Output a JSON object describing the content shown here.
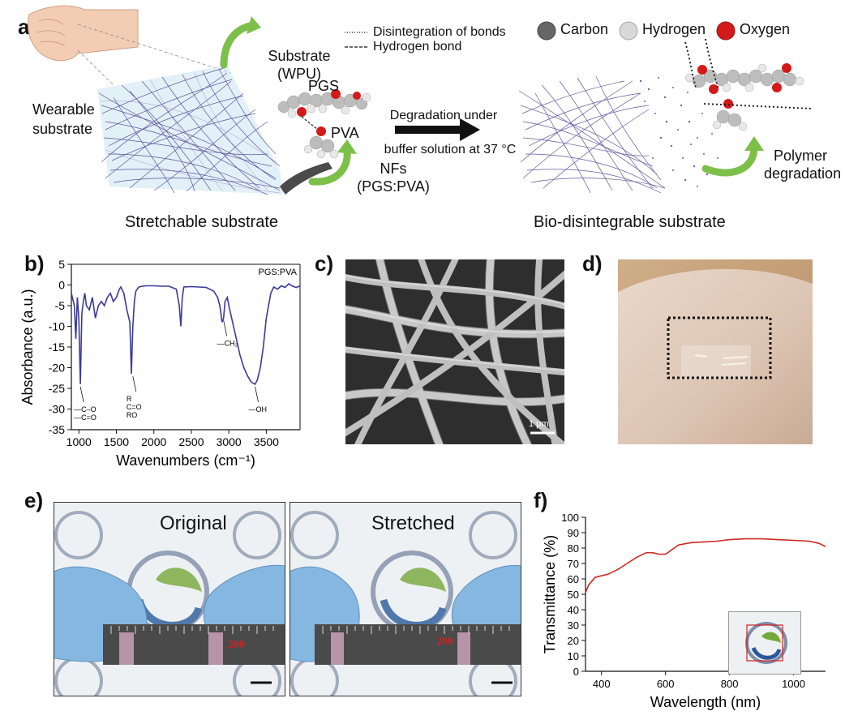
{
  "panels": {
    "a": "a)",
    "b": "b)",
    "c": "c)",
    "d": "d)",
    "e": "e)",
    "f": "f)"
  },
  "schematic": {
    "legend_lines": {
      "dotted": "Disintegration of bonds",
      "dashed": "Hydrogen bond"
    },
    "atoms": {
      "carbon": "Carbon",
      "hydrogen": "Hydrogen",
      "oxygen": "Oxygen"
    },
    "atom_colors": {
      "carbon": "#666666",
      "hydrogen": "#d8d8d8",
      "oxygen": "#d21a1a"
    },
    "fiber_color": "#4a3a8c",
    "arrow_color": "#7cc04a",
    "wearable": [
      "Wearable",
      "substrate"
    ],
    "substrate": [
      "Substrate",
      "(WPU)"
    ],
    "pgs": "PGS",
    "pva": "PVA",
    "nfs": [
      "NFs",
      "(PGS:PVA)"
    ],
    "process": [
      "Degradation under",
      "buffer solution at 37 °C"
    ],
    "polymer": [
      "Polymer",
      "degradation"
    ],
    "left_caption": "Stretchable substrate",
    "right_caption": "Bio-disintegrable substrate"
  },
  "sem": {
    "scale_bar": "1 μm"
  },
  "photos_e": {
    "left": "Original",
    "right": "Stretched",
    "ruler_left": "200",
    "ruler_right": "200"
  },
  "chart_data": [
    {
      "panel": "b",
      "type": "line",
      "title": "PGS:PVA",
      "xlabel": "Wavenumbers (cm⁻¹)",
      "ylabel": "Absorbance (a.u.)",
      "xlim": [
        900,
        3950
      ],
      "ylim": [
        -35,
        5
      ],
      "xticks": [
        1000,
        1500,
        2000,
        2500,
        3000,
        3500
      ],
      "yticks": [
        5,
        0,
        -5,
        -10,
        -15,
        -20,
        -25,
        -30,
        -35
      ],
      "color": "#3a3a9a",
      "x": [
        900,
        940,
        960,
        980,
        1000,
        1020,
        1040,
        1060,
        1080,
        1100,
        1140,
        1180,
        1220,
        1260,
        1300,
        1340,
        1380,
        1420,
        1460,
        1500,
        1540,
        1560,
        1600,
        1640,
        1680,
        1700,
        1720,
        1740,
        1760,
        1800,
        1850,
        1900,
        2000,
        2100,
        2200,
        2300,
        2340,
        2360,
        2380,
        2400,
        2500,
        2600,
        2700,
        2800,
        2850,
        2880,
        2910,
        2930,
        2950,
        2980,
        3000,
        3050,
        3100,
        3150,
        3200,
        3250,
        3300,
        3350,
        3380,
        3420,
        3460,
        3500,
        3560,
        3600,
        3650,
        3700,
        3750,
        3800,
        3850,
        3900,
        3950
      ],
      "y": [
        -2,
        -5,
        -13,
        -3,
        -8,
        -24,
        -7,
        -4,
        -2,
        -5,
        -6,
        -3,
        -8,
        -5,
        -4,
        -5,
        -3,
        -2,
        -4,
        -3,
        -1,
        -0.5,
        -2,
        -6,
        -9,
        -21.5,
        -10,
        -4,
        -1.5,
        -0.5,
        -0.3,
        -0.2,
        -0.2,
        -0.3,
        -0.3,
        -1,
        -5,
        -10,
        -3,
        -0.5,
        -0.4,
        -0.5,
        -0.6,
        -1.5,
        -3,
        -5,
        -9,
        -8,
        -4,
        -3,
        -5,
        -9,
        -13,
        -17,
        -20,
        -22,
        -23.5,
        -24,
        -23,
        -20,
        -15,
        -8,
        -2,
        -0.5,
        -1,
        -0.2,
        -0.6,
        0.3,
        -0.3,
        -0.6,
        -0.2
      ],
      "annotations": [
        {
          "x": 1020,
          "y": -24,
          "lines": [
            "—C–O",
            "—C=O"
          ]
        },
        {
          "x": 1720,
          "y": -21.5,
          "lines": [
            "R",
            "C=O",
            "RO"
          ]
        },
        {
          "x": 2930,
          "y": -8,
          "lines": [
            "—CH₂"
          ]
        },
        {
          "x": 3350,
          "y": -24,
          "lines": [
            "—OH"
          ]
        }
      ]
    },
    {
      "panel": "f",
      "type": "line",
      "xlabel": "Wavelength (nm)",
      "ylabel": "Transmittance (%)",
      "xlim": [
        350,
        1100
      ],
      "ylim": [
        0,
        100
      ],
      "xticks": [
        400,
        600,
        800,
        1000
      ],
      "yticks": [
        0,
        10,
        20,
        30,
        40,
        50,
        60,
        70,
        80,
        90,
        100
      ],
      "color": "#cc2a20",
      "x": [
        350,
        360,
        380,
        400,
        420,
        450,
        480,
        510,
        540,
        560,
        580,
        600,
        640,
        680,
        720,
        760,
        800,
        850,
        900,
        950,
        1000,
        1050,
        1080,
        1100
      ],
      "y": [
        51,
        56,
        61,
        62,
        63,
        66,
        70,
        74,
        77,
        77,
        76,
        76,
        82,
        83.5,
        84,
        84.5,
        85.5,
        86,
        86,
        85.5,
        85,
        84.5,
        83,
        81
      ]
    }
  ]
}
